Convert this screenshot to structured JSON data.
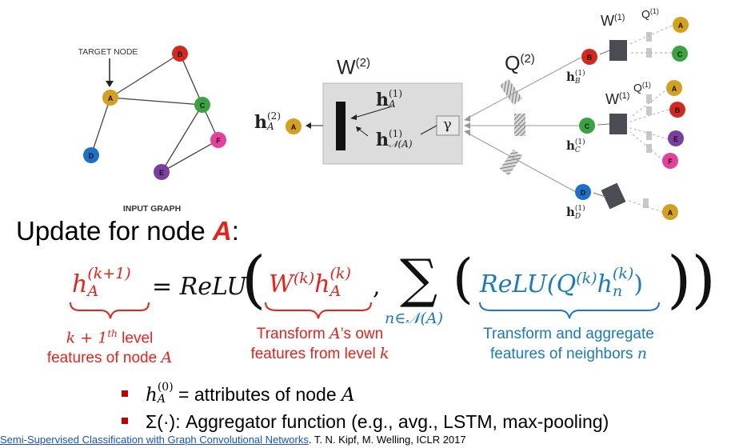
{
  "input_graph": {
    "target_label": "TARGET NODE",
    "caption": "INPUT GRAPH",
    "nodes": [
      {
        "id": "A",
        "color": "#d4a020"
      },
      {
        "id": "B",
        "color": "#d4281e"
      },
      {
        "id": "C",
        "color": "#3aa340"
      },
      {
        "id": "D",
        "color": "#1e6fc8"
      },
      {
        "id": "E",
        "color": "#7b3fa0"
      },
      {
        "id": "F",
        "color": "#e63f9c"
      }
    ]
  },
  "network": {
    "w2_label": "W",
    "w2_sup": "(2)",
    "q2_label": "Q",
    "q2_sup": "(2)",
    "w1_label": "W",
    "w1_sup": "(1)",
    "q1_label": "Q",
    "q1_sup": "(1)",
    "gamma": "γ",
    "out_h": "h",
    "out_sup": "(2)",
    "out_sub": "A",
    "inner_h": "h",
    "inner_sup": "(1)",
    "inner_sub_a": "A",
    "inner_sub_n": "𝒩(A)",
    "hb_sub": "B",
    "hc_sub": "C",
    "hd_sub": "D"
  },
  "heading": {
    "prefix": "Update for node ",
    "node": "A",
    "suffix": ":"
  },
  "equation": {
    "lhs_h": "h",
    "lhs_sup": "(k+1)",
    "lhs_sub": "A",
    "equals_relu": "= ReLU",
    "w": "W",
    "w_sup": "(k)",
    "h2": "h",
    "h2_sup": "(k)",
    "h2_sub": "A",
    "comma": ",",
    "sum": "∑",
    "sum_sub": "n∈𝒩(A)",
    "relu_inner": "ReLU(",
    "q": "Q",
    "q_sup": "(k)",
    "hn": "h",
    "hn_sup": "(k)",
    "hn_sub": "n",
    "close": "))"
  },
  "annotations": {
    "a1_line1_pre": "k + 1",
    "a1_line1_sup": "th",
    "a1_line1_post": " level",
    "a1_line2_pre": "features of node ",
    "a1_line2_var": "A",
    "a2_line1_pre": "Transform ",
    "a2_line1_var": "A",
    "a2_line1_post": "’s own",
    "a2_line2_pre": "features from level ",
    "a2_line2_var": "k",
    "a3_line1": "Transform and aggregate",
    "a3_line2_pre": "features of neighbors ",
    "a3_line2_var": "n"
  },
  "bullets": {
    "b1_h": "h",
    "b1_sup": "(0)",
    "b1_sub": "A",
    "b1_text": " = attributes of node ",
    "b1_var": "A",
    "b2_text": "Σ(·): Aggregator function (e.g., avg., LSTM, max-pooling)"
  },
  "citation": {
    "link": "Semi-Supervised Classification with Graph Convolutional Networks",
    "rest": ". T. N. Kipf, M. Welling, ICLR 2017"
  }
}
